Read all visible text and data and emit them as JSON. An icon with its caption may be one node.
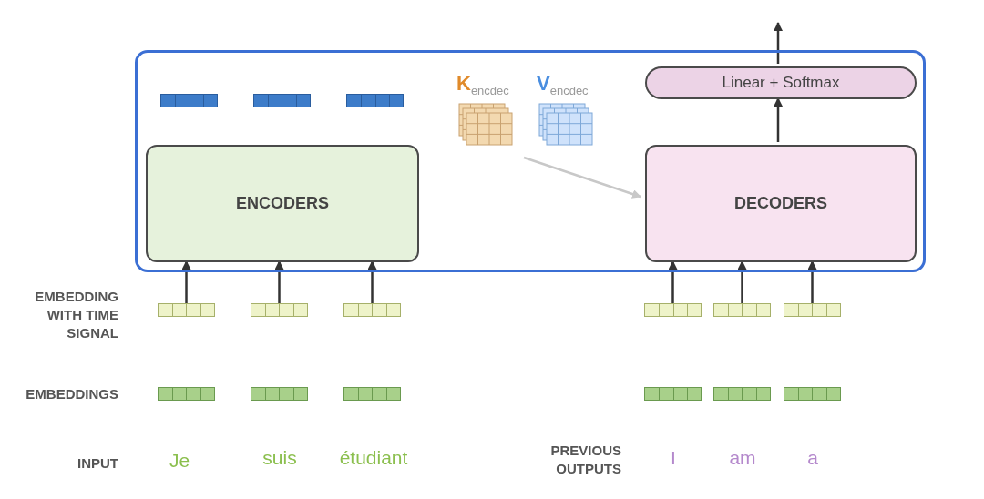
{
  "diagram": {
    "nodes": [
      {
        "text": [],
        "shape": "box"
      },
      {
        "text": [
          "ENCODERS"
        ],
        "in": 0
      },
      {
        "text": [
          "DECODERS"
        ],
        "in": 0
      },
      {
        "text": [
          "Linear + Softmax"
        ],
        "in": 0
      },
      {
        "text": [
          "K$_{encdec}$"
        ],
        "in": 0
      },
      {
        "text": [
          "V$_{encdec}$"
        ],
        "in": 0
      },
      {
        "text": [],
        "shape": "bar",
        "in": 0
      },
      {
        "text": [],
        "shape": "bar",
        "in": 0
      },
      {
        "text": [],
        "shape": "bar",
        "in": 0
      },
      {
        "text": [],
        "shape": "bar"
      },
      {
        "text": [],
        "shape": "bar"
      },
      {
        "text": [],
        "shape": "bar"
      },
      {
        "text": [],
        "shape": "bar"
      },
      {
        "text": [],
        "shape": "bar"
      },
      {
        "text": [],
        "shape": "bar"
      },
      {
        "text": [],
        "shape": "bar"
      },
      {
        "text": [],
        "shape": "bar"
      },
      {
        "text": [],
        "shape": "bar"
      },
      {
        "text": [],
        "shape": "bar"
      },
      {
        "text": [],
        "shape": "bar"
      },
      {
        "text": [],
        "shape": "bar"
      }
    ],
    "edges": [
      {
        "from": 9,
        "to": 1,
        "arrow": "to"
      },
      {
        "from": 10,
        "to": 1,
        "arrow": "to"
      },
      {
        "from": 11,
        "to": 1,
        "arrow": "to"
      },
      {
        "from": 12,
        "to": 2,
        "arrow": "to"
      },
      {
        "from": 13,
        "to": 2,
        "arrow": "to"
      },
      {
        "from": 14,
        "to": 2,
        "arrow": "to"
      },
      {
        "from": 2,
        "to": 3,
        "arrow": "to"
      },
      {
        "from": 3,
        "to": null,
        "arrow": "to"
      },
      {
        "from": 4,
        "to": 2,
        "arrow": "to",
        "color": "#c8c8c8"
      }
    ],
    "labels": [
      "EMBEDDING WITH TIME SIGNAL",
      "EMBEDDINGS",
      "INPUT",
      "Je",
      "suis",
      "étudiant",
      "PREVIOUS OUTPUTS",
      "I",
      "am",
      "a"
    ]
  }
}
